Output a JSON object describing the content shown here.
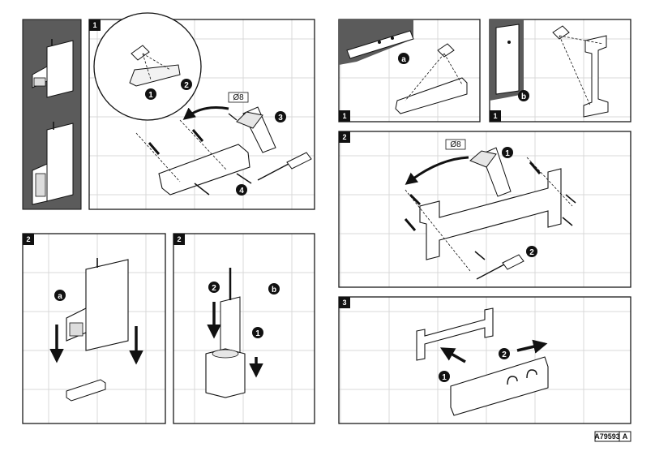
{
  "panels": {
    "p1": {
      "step": "1",
      "callouts": [
        "1",
        "2",
        "3",
        "4"
      ],
      "drill_size": "Ø8"
    },
    "p2": {
      "step": "1",
      "variant": "a"
    },
    "p3": {
      "step": "1",
      "variant": "b"
    },
    "p4": {
      "step": "2",
      "callouts": [
        "1",
        "2"
      ],
      "drill_size": "Ø8"
    },
    "p5": {
      "step": "2",
      "variant": "a"
    },
    "p6": {
      "step": "2",
      "variant": "b",
      "callouts": [
        "1",
        "2"
      ]
    },
    "p7": {
      "step": "3",
      "callouts": [
        "1",
        "2"
      ]
    }
  },
  "footer": {
    "code": "A79593",
    "revision": "A"
  }
}
